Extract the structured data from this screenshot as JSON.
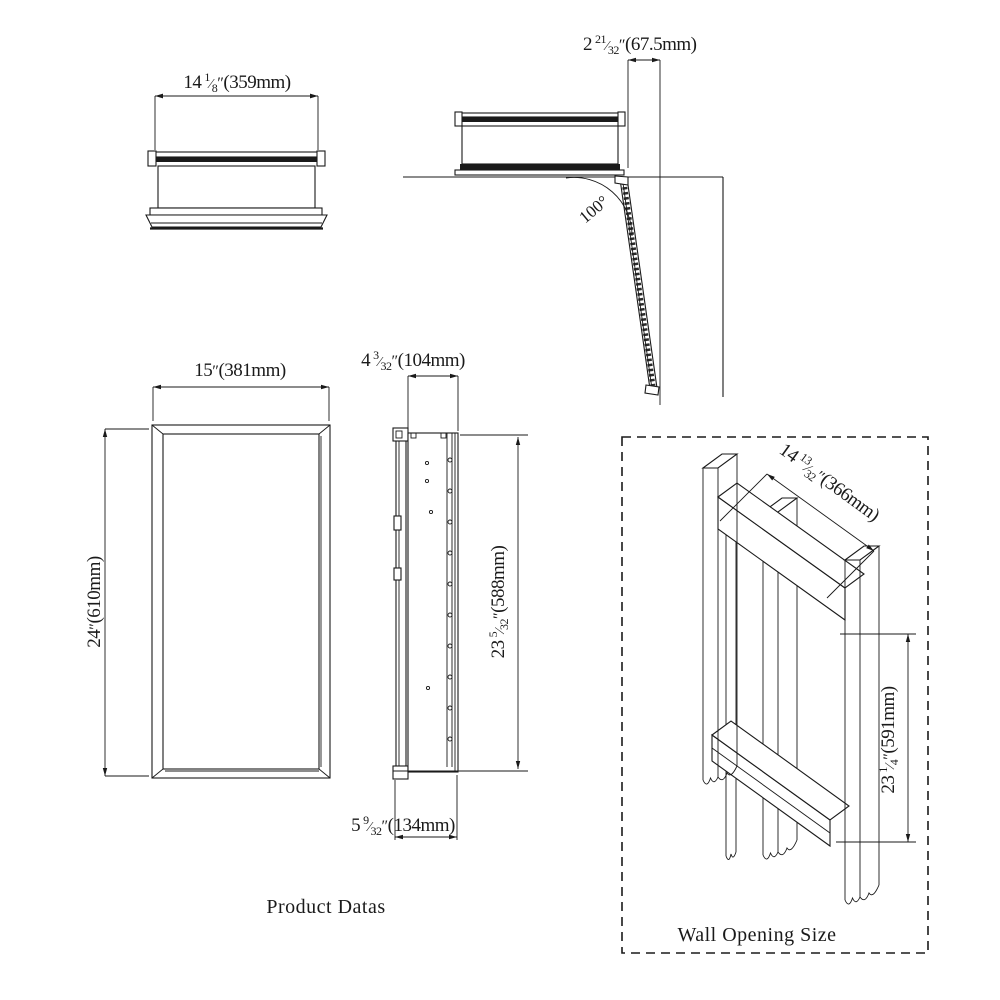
{
  "meta": {
    "background": "#ffffff",
    "ink_color": "#1a1a1a"
  },
  "ui": {
    "frac_slash": "⁄"
  },
  "labels": {
    "product_datas": "Product Datas",
    "wall_opening": "Wall Opening Size",
    "door_angle": "100°"
  },
  "dimensions": {
    "top_width": {
      "whole": "14",
      "num": "1",
      "den": "8",
      "inch": "″",
      "mm": "(359mm)"
    },
    "door_offset": {
      "whole": "2",
      "num": "21",
      "den": "32",
      "inch": "″",
      "mm": "(67.5mm)"
    },
    "front_width": {
      "whole": "15",
      "inch": "″",
      "mm": "(381mm)"
    },
    "front_height": {
      "whole": "24",
      "inch": "″",
      "mm": "(610mm)"
    },
    "side_depth": {
      "whole": "4",
      "num": "3",
      "den": "32",
      "inch": "″",
      "mm": "(104mm)"
    },
    "side_height": {
      "whole": "23",
      "num": "5",
      "den": "32",
      "inch": "″",
      "mm": "(588mm)"
    },
    "side_total_depth": {
      "whole": "5",
      "num": "9",
      "den": "32",
      "inch": "″",
      "mm": "(134mm)"
    },
    "wall_opening_width": {
      "whole": "14",
      "num": "13",
      "den": "32",
      "inch": "″",
      "mm": "(366mm)"
    },
    "wall_opening_height": {
      "whole": "23",
      "num": "1",
      "den": "4",
      "inch": "″",
      "mm": "(591mm)"
    }
  }
}
